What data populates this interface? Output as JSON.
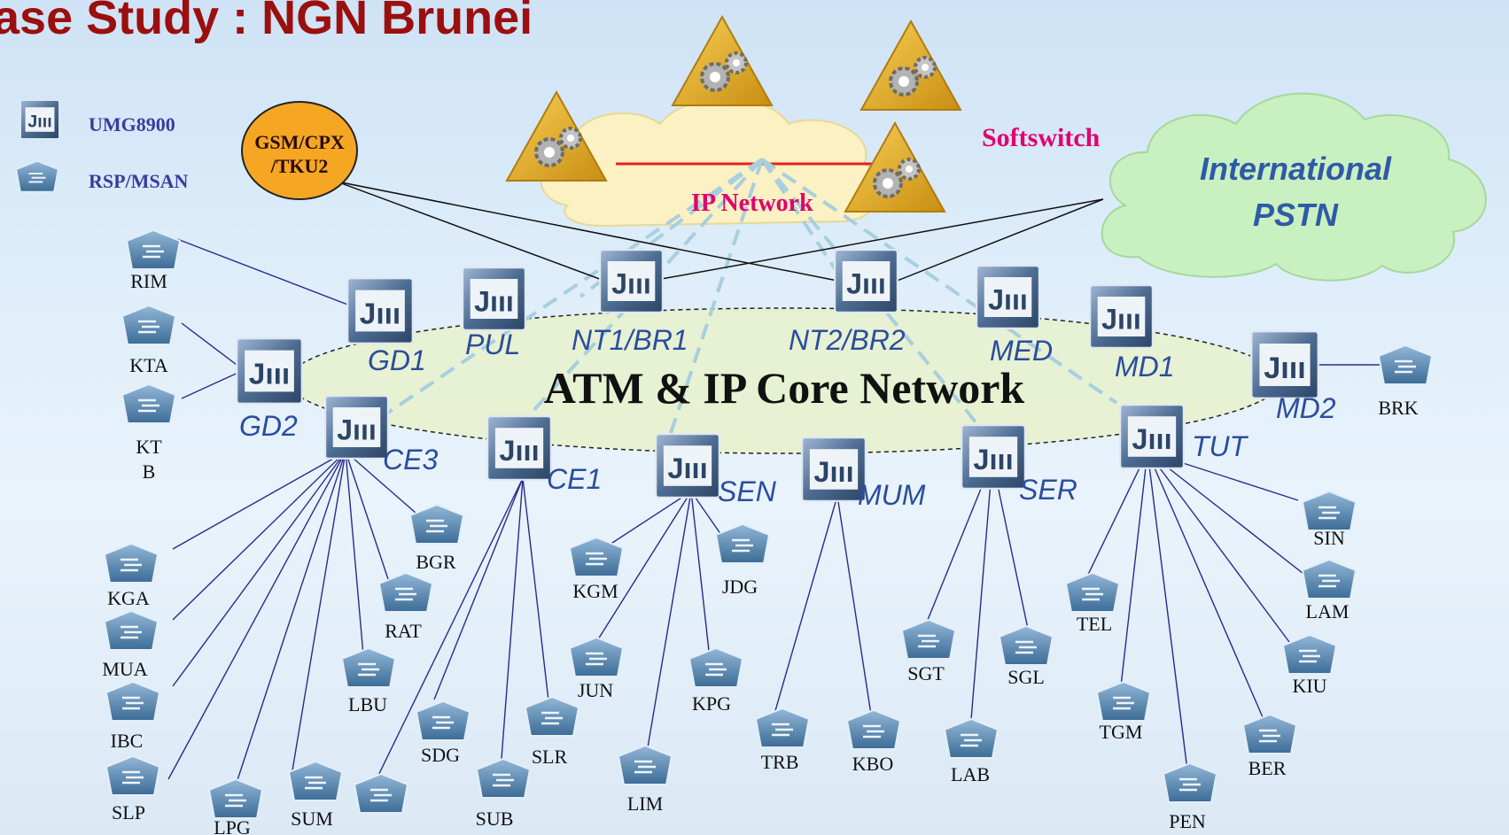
{
  "title": "ase Study : NGN Brunei",
  "legend": {
    "umg": "UMG8900",
    "rsp": "RSP/MSAN"
  },
  "gsm": {
    "line1": "GSM/CPX",
    "line2": "/TKU2"
  },
  "softswitch": "Softswitch",
  "ip_network": "IP Network",
  "international": {
    "line1": "International",
    "line2": "PSTN"
  },
  "core": "ATM & IP Core Network",
  "umg_nodes": {
    "gd1": "GD1",
    "gd2": "GD2",
    "pul": "PUL",
    "nt1": "NT1/BR1",
    "nt2": "NT2/BR2",
    "med": "MED",
    "md1": "MD1",
    "md2": "MD2",
    "ce3": "CE3",
    "ce1": "CE1",
    "sen": "SEN",
    "mum": "MUM",
    "ser": "SER",
    "tut": "TUT"
  },
  "rsp_nodes": {
    "rim": "RIM",
    "kta": "KTA",
    "ktb1": "KT",
    "ktb2": "B",
    "brk": "BRK",
    "kga": "KGA",
    "mua": "MUA",
    "ibc": "IBC",
    "slp": "SLP",
    "lpg": "LPG",
    "sum": "SUM",
    "lbu": "LBU",
    "rat": "RAT",
    "bgr": "BGR",
    "sdg": "SDG",
    "sub": "SUB",
    "slr": "SLR",
    "kgm": "KGM",
    "jdg": "JDG",
    "jun": "JUN",
    "kpg": "KPG",
    "lim": "LIM",
    "trb": "TRB",
    "kbo": "KBO",
    "sgt": "SGT",
    "sgl": "SGL",
    "lab": "LAB",
    "tel": "TEL",
    "tgm": "TGM",
    "pen": "PEN",
    "ber": "BER",
    "kiu": "KIU",
    "lam": "LAM",
    "sin": "SIN"
  },
  "colors": {
    "title": "#9b0f0f",
    "umg_label": "#2b4d9c",
    "softswitch": "#e0006f",
    "link": "#2a2a8c"
  }
}
